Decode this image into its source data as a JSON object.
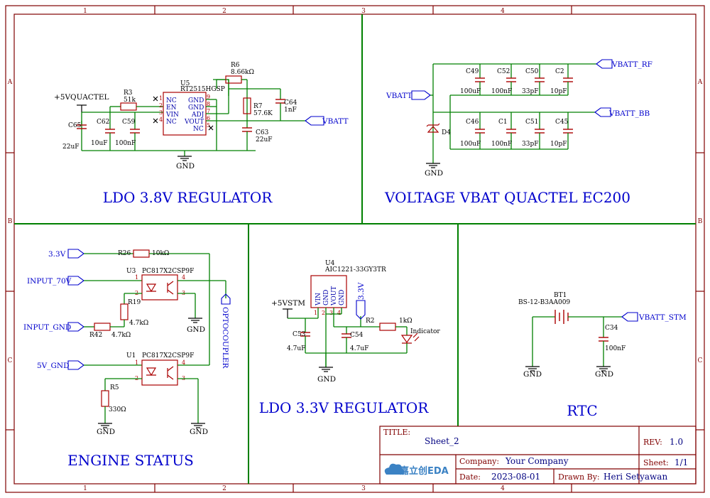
{
  "ruler": {
    "cols": [
      "1",
      "2",
      "3",
      "4"
    ],
    "rows": [
      "A",
      "B",
      "C"
    ]
  },
  "sections": {
    "ldo38": "LDO 3.8V REGULATOR",
    "vbat": "VOLTAGE VBAT QUACTEL EC200",
    "engine": "ENGINE STATUS",
    "ldo33": "LDO 3.3V REGULATOR",
    "rtc": "RTC"
  },
  "ldo38": {
    "supply": "+5VQUACTEL",
    "gnd": "GND",
    "u5_ref": "U5",
    "u5_part": "RT2515HGSP",
    "u5_left_pins": [
      "NC",
      "EN",
      "VIN",
      "NC"
    ],
    "u5_left_nums": [
      "1",
      "2",
      "3",
      "4"
    ],
    "u5_right_pins": [
      "GND",
      "GND",
      "ADJ",
      "VOUT",
      "NC"
    ],
    "u5_right_nums": [
      "9",
      "8",
      "7",
      "6",
      "5"
    ],
    "r3_ref": "R3",
    "r3_val": "51k",
    "r6_ref": "R6",
    "r6_val": "8.66kΩ",
    "r7_ref": "R7",
    "r7_val": "57.6K",
    "c65_ref": "C65",
    "c65_val": "22uF",
    "c62_ref": "C62",
    "c62_val": "10uF",
    "c59_ref": "C59",
    "c59_val": "100nF",
    "c64_ref": "C64",
    "c64_val": "1nF",
    "c63_ref": "C63",
    "c63_val": "22uF",
    "net_out": "VBATT"
  },
  "vbat": {
    "net_in": "VBATT",
    "net_rf": "VBATT_RF",
    "net_bb": "VBATT_BB",
    "d4_ref": "D4",
    "gnd": "GND",
    "top_caps": [
      {
        "ref": "C49",
        "val": "100uF"
      },
      {
        "ref": "C52",
        "val": "100nF"
      },
      {
        "ref": "C50",
        "val": "33pF"
      },
      {
        "ref": "C2",
        "val": "10pF"
      }
    ],
    "bottom_caps": [
      {
        "ref": "C46",
        "val": "100uF"
      },
      {
        "ref": "C1",
        "val": "100nF"
      },
      {
        "ref": "C51",
        "val": "33pF"
      },
      {
        "ref": "C45",
        "val": "10pF"
      }
    ]
  },
  "engine": {
    "net_33": "3.3V",
    "net_in70": "INPUT_70V",
    "net_ingnd": "INPUT_GND",
    "net_5vgnd": "5V_GND",
    "net_opto": "OPTOCOUPLER",
    "r26_ref": "R26",
    "r26_val": "10kΩ",
    "u3_ref": "U3",
    "u3_part": "PC817X2CSP9F",
    "u1_ref": "U1",
    "u1_part": "PC817X2CSP9F",
    "r19_ref": "R19",
    "r19_val": "4.7kΩ",
    "r42_ref": "R42",
    "r42_val": "4.7kΩ",
    "r5_ref": "R5",
    "r5_val": "330Ω",
    "gnd": "GND",
    "pins": [
      "1",
      "2",
      "3",
      "4"
    ]
  },
  "ldo33": {
    "supply": "+5VSTM",
    "net_33": "3.3V",
    "u4_ref": "U4",
    "u4_part": "AIC1221-33GY3TR",
    "u4_pins": [
      "VIN",
      "GND",
      "VOUT",
      "GND"
    ],
    "u4_nums": [
      "1",
      "2",
      "3",
      "4"
    ],
    "c53_ref": "C53",
    "c53_val": "4.7uF",
    "c54_ref": "C54",
    "c54_val": "4.7uF",
    "r2_ref": "R2",
    "r2_val": "1kΩ",
    "led_label": "Indicator",
    "gnd": "GND"
  },
  "rtc": {
    "bt1_ref": "BT1",
    "bt1_part": "BS-12-B3AA009",
    "c34_ref": "C34",
    "c34_val": "100nF",
    "net": "VBATT_STM",
    "gnd": "GND"
  },
  "titleblock": {
    "title_key": "TITLE:",
    "title": "Sheet_2",
    "rev_key": "REV:",
    "rev": "1.0",
    "company_key": "Company:",
    "company": "Your Company",
    "sheet_key": "Sheet:",
    "sheet": "1/1",
    "date_key": "Date:",
    "date": "2023-08-01",
    "drawn_key": "Drawn By:",
    "drawn": "Heri Setyawan",
    "logo_text": "嘉立创EDA"
  }
}
